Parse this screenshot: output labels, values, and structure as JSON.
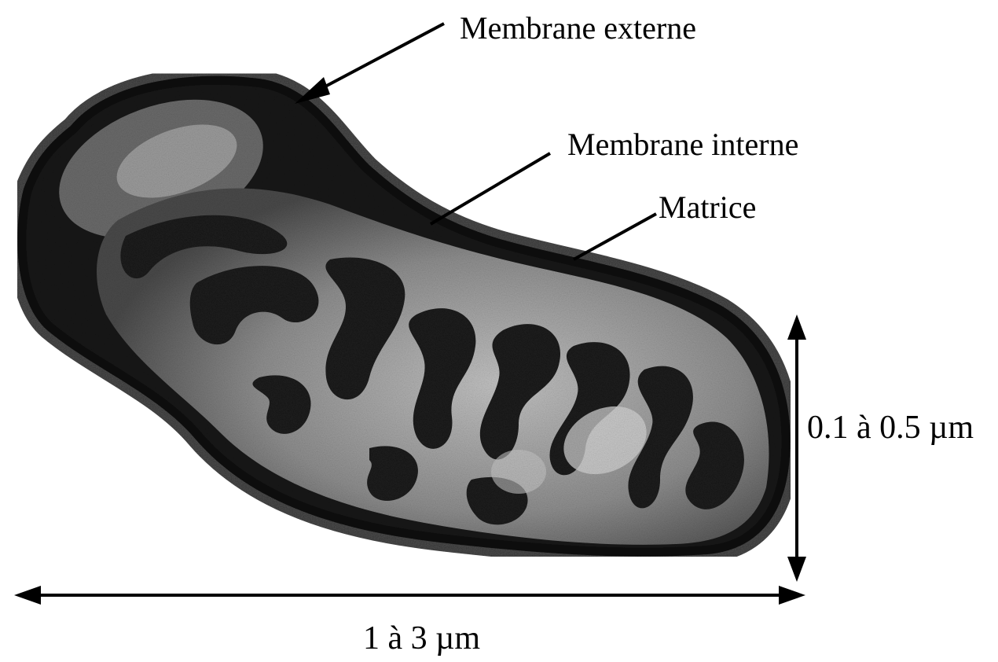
{
  "labels": {
    "outer_membrane": "Membrane externe",
    "inner_membrane": "Membrane interne",
    "matrix": "Matrice",
    "width_dimension": "0.1 à 0.5 µm",
    "length_dimension": "1 à 3 µm"
  },
  "colors": {
    "outer_membrane": "#151515",
    "matrix_light": "#bdbdbd",
    "matrix_mid": "#8a8a8a",
    "cristae": "#1c1c1c",
    "annotation_lines": "#000000"
  }
}
